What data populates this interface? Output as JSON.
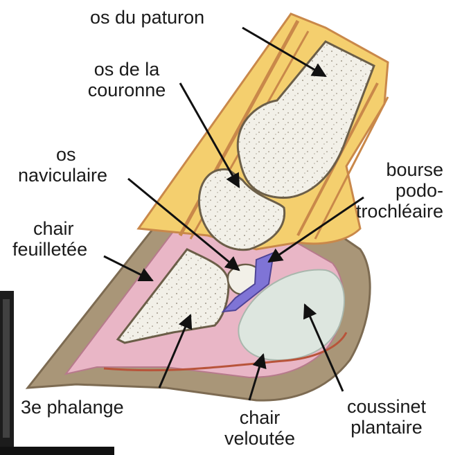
{
  "labels": {
    "os_paturon": "os  du  paturon",
    "os_couronne_1": "os  de  la",
    "os_couronne_2": "couronne",
    "os_naviculaire_1": "os",
    "os_naviculaire_2": "naviculaire",
    "bourse_1": "bourse",
    "bourse_2": "podo-",
    "bourse_3": "trochléaire",
    "chair_feuilletee_1": "chair",
    "chair_feuilletee_2": "feuilletée",
    "phalange": "3e  phalange",
    "chair_veloutee_1": "chair",
    "chair_veloutee_2": "veloutée",
    "coussinet_1": "coussinet",
    "coussinet_2": "plantaire"
  },
  "colors": {
    "bone": "#f2f0e8",
    "tendon_yellow": "#f4cf6e",
    "tendon_orange": "#c9884a",
    "hoof_wall": "#a99678",
    "pink_tissue": "#e9b6c6",
    "bursa_blue": "#7f74d6",
    "cushion": "#dde6df",
    "dark_photo": "#1c1c1c"
  }
}
